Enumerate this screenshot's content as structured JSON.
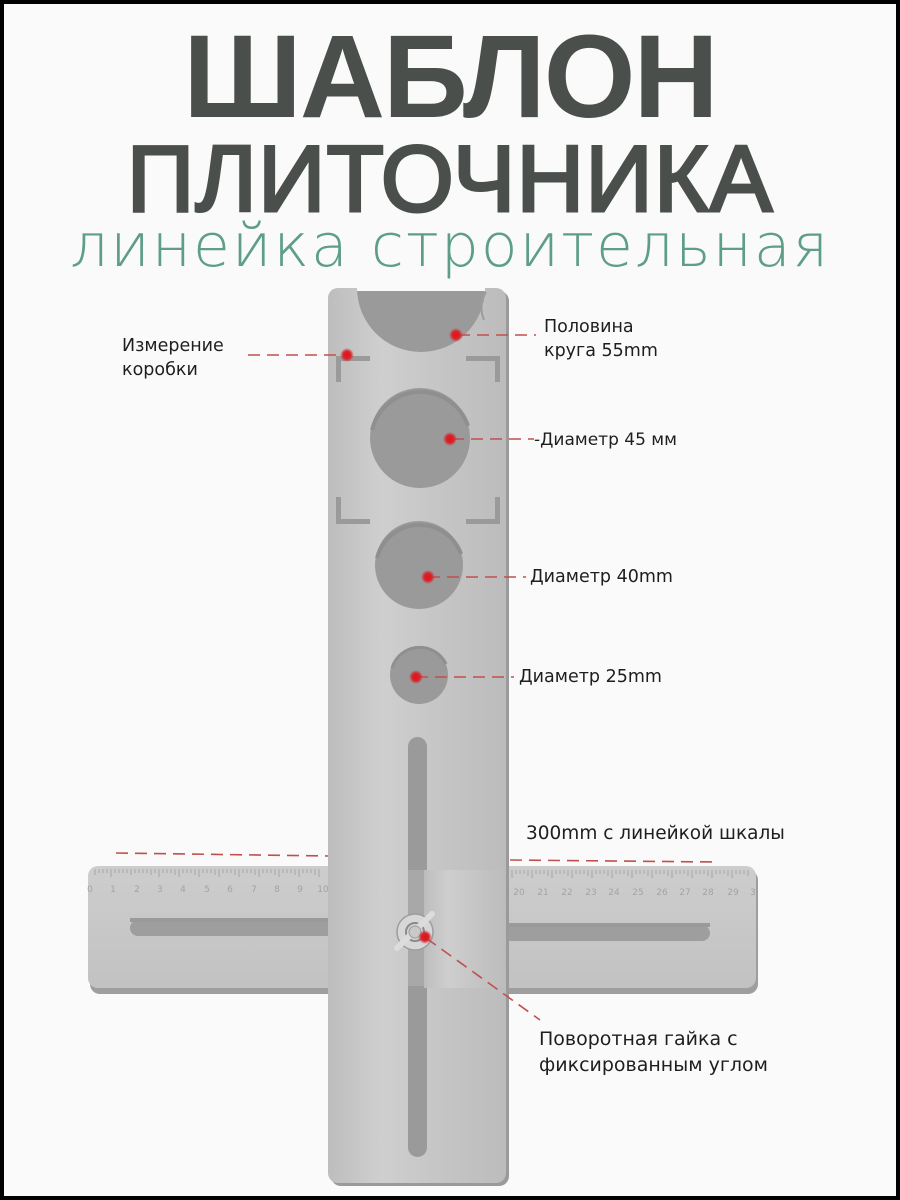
{
  "header": {
    "title_line1": "ШАБЛОН",
    "title_line2": "ПЛИТОЧНИКА",
    "subtitle": "линейка строительная",
    "title_color": "#4b4f4c",
    "subtitle_color": "#5e9e86"
  },
  "callouts": {
    "box_measure": {
      "line1": "Измерение",
      "line2": "коробки"
    },
    "half_circle": {
      "line1": "Половина",
      "line2": "круга 55mm"
    },
    "diameter_45": "-Диаметр 45 мм",
    "diameter_40": "Диаметр 40mm",
    "diameter_25": "Диаметр 25mm",
    "ruler_scale": "300mm с линейкой шкалы",
    "swivel_nut": {
      "line1": "Поворотная гайка с",
      "line2": "фиксированным углом"
    }
  },
  "ruler": {
    "left_ticks": [
      "0",
      "1",
      "2",
      "3",
      "4",
      "5",
      "6",
      "7",
      "8",
      "9",
      "10"
    ],
    "right_ticks": [
      "20",
      "21",
      "22",
      "23",
      "24",
      "25",
      "26",
      "27",
      "28",
      "29",
      "3"
    ]
  },
  "colors": {
    "metal": "#c4c4c4",
    "metal_dark": "#9a9a9a",
    "marker_red": "#d8232a",
    "dash_red": "#c0504d"
  },
  "icons": {
    "pointer_dot": "red-dot-icon",
    "wing_nut": "wing-nut-icon"
  }
}
